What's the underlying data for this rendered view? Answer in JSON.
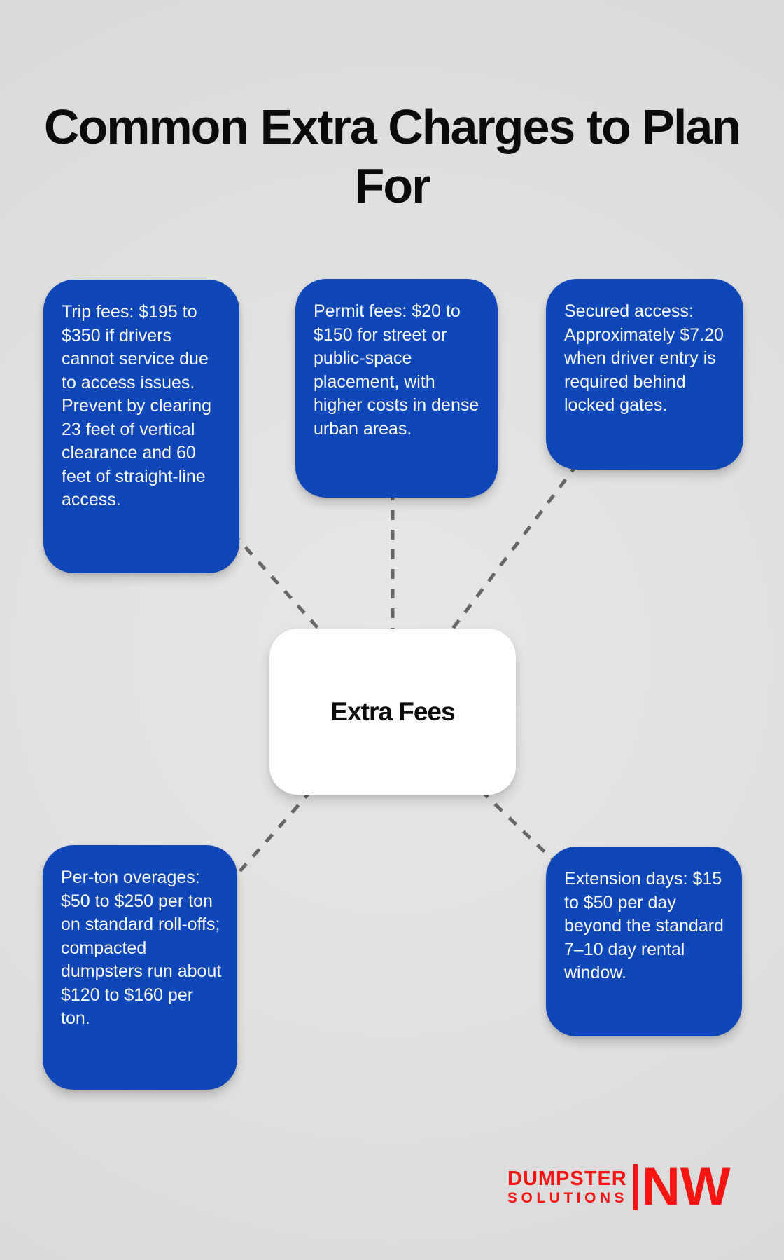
{
  "title": "Common Extra Charges to Plan For",
  "center": {
    "label": "Extra Fees"
  },
  "nodes": [
    {
      "name": "trip-fees",
      "text": "Trip fees: $195 to $350 if drivers cannot service due to access issues. Prevent by clearing 23 feet of vertical clearance and 60 feet of straight-line access."
    },
    {
      "name": "permit-fees",
      "text": "Permit fees: $20 to $150 for street or public-space placement, with higher costs in dense urban areas."
    },
    {
      "name": "secured-access",
      "text": "Secured access: Approximately $7.20 when driver entry is required behind locked gates."
    },
    {
      "name": "per-ton-overages",
      "text": "Per-ton overages: $50 to $250 per ton on standard roll-offs; compacted dumpsters run about $120 to $160 per ton."
    },
    {
      "name": "extension-days",
      "text": "Extension days: $15 to $50 per day beyond the standard 7–10 day rental window."
    }
  ],
  "logo": {
    "brand_top": "DUMPSTER",
    "brand_bottom": "SOLUTIONS",
    "brand_suffix": "NW"
  },
  "colors": {
    "node_blue": "#1047b8",
    "line_gray": "#676767",
    "logo_red": "#f61511",
    "background": "#dfdfdf"
  }
}
